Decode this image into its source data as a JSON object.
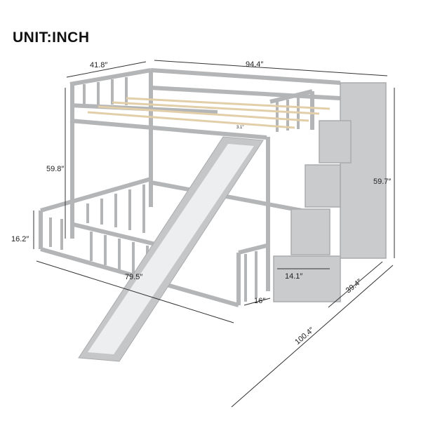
{
  "title": "UNIT:INCH",
  "dimensions": {
    "upper_depth": "41.8″",
    "total_length": "94.4″",
    "upper_height": "59.8″",
    "stair_height": "59.7″",
    "guard_height": "16.2″",
    "lower_length": "79.5″",
    "opening": "16″",
    "step_width": "14.1″",
    "stair_depth": "39.4″",
    "overall_length": "100.4″",
    "slat_gap": "3.1″"
  },
  "colors": {
    "frame": "#c4c6c8",
    "frame_dark": "#a9abad",
    "slats": "#e8d9bd",
    "slide": "#eceeef",
    "line": "#333333"
  }
}
